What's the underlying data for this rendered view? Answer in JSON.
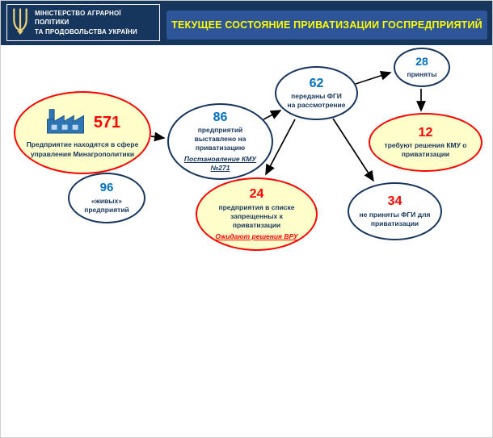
{
  "header": {
    "ministry_line1": "МІНІСТЕРСТВО АГРАРНОЇ",
    "ministry_line2": "ПОЛІТИКИ",
    "ministry_line3": "ТА ПРОДОВОЛЬСТВА УКРАЇНИ",
    "title": "ТЕКУЩЕЕ СОСТОЯНИЕ ПРИВАТИЗАЦИИ ГОСПРЕДПРИЯТИЙ"
  },
  "palette": {
    "header_navy": "#17365D",
    "title_bar_blue": "#2E5597",
    "title_yellow": "#FFFF00",
    "node_navy_border": "#17365D",
    "node_red_border": "#FF0000",
    "node_yellow_fill": "#FFFFCC",
    "number_blue": "#0070C0",
    "number_red": "#FF0000",
    "text_navy": "#17365D"
  },
  "nodes": {
    "n571": {
      "value": "571",
      "label": "Предприятие находятся в сфере управления Минагрополитики"
    },
    "n96": {
      "value": "96",
      "label": "«живых» предприятий"
    },
    "n86": {
      "value": "86",
      "label": "предприятий выставлено на приватизацию",
      "sub": "Постановление КМУ №271"
    },
    "n62": {
      "value": "62",
      "label": "переданы ФГИ на рассмотрение"
    },
    "n28": {
      "value": "28",
      "label": "приняты"
    },
    "n12": {
      "value": "12",
      "label": "требуют решения КМУ о приватизации"
    },
    "n24": {
      "value": "24",
      "label": "предприятия в списке запрещенных к приватизации",
      "sub": "Ожидают решения ВРУ"
    },
    "n34": {
      "value": "34",
      "label": "не приняты ФГИ для приватизации"
    }
  },
  "edges": [
    {
      "from": "571",
      "to": "86"
    },
    {
      "from": "86",
      "to": "62"
    },
    {
      "from": "62",
      "to": "28"
    },
    {
      "from": "28",
      "to": "12"
    },
    {
      "from": "62",
      "to": "34"
    },
    {
      "from": "62",
      "to": "24"
    }
  ],
  "icons": {
    "factory": "factory-icon",
    "trident": "ukraine-trident-icon"
  }
}
